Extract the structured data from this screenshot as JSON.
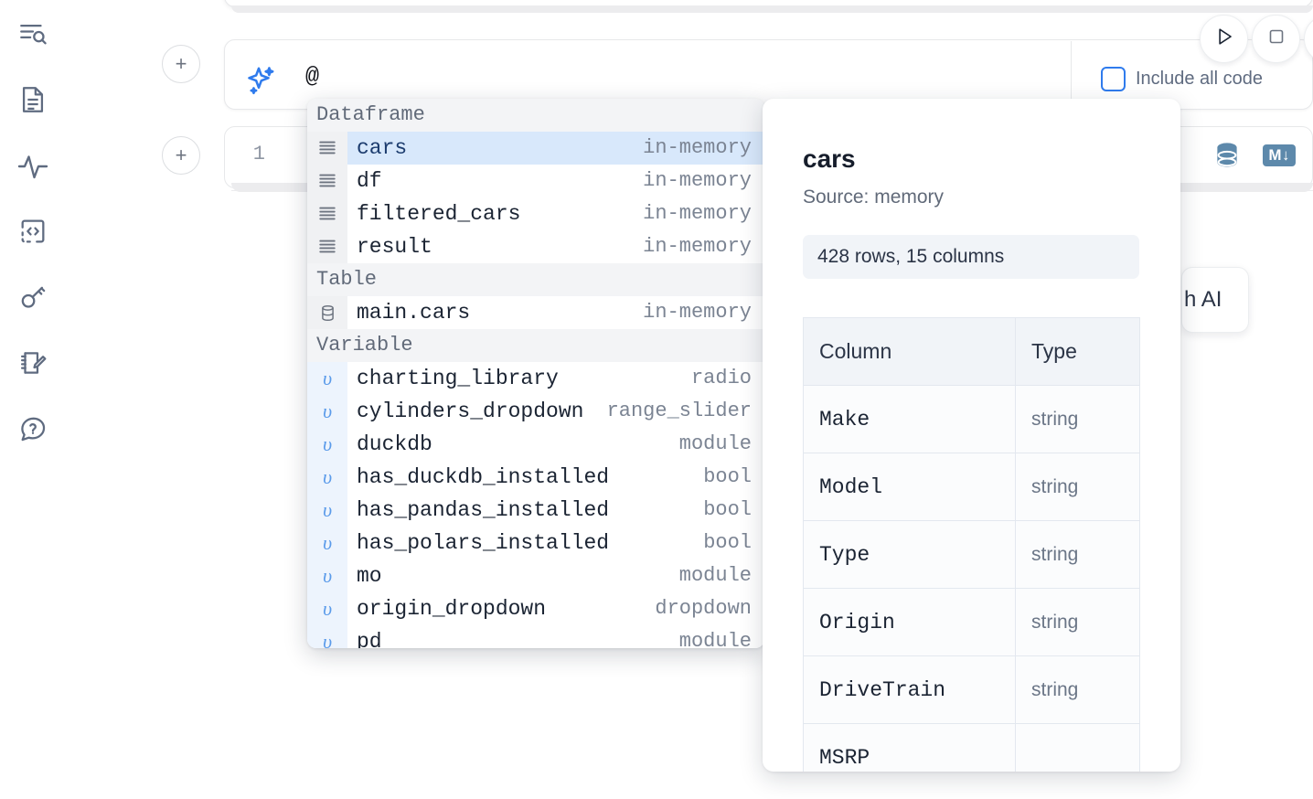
{
  "rail": {
    "items": [
      {
        "name": "explore-icon",
        "label": "Explore"
      },
      {
        "name": "file-icon",
        "label": "Notebook file"
      },
      {
        "name": "activity-icon",
        "label": "Activity"
      },
      {
        "name": "code-icon",
        "label": "Snippets"
      },
      {
        "name": "key-icon",
        "label": "Secrets"
      },
      {
        "name": "scratch-icon",
        "label": "Scratchpad"
      },
      {
        "name": "help-icon",
        "label": "Help"
      }
    ]
  },
  "ai_bar": {
    "sparkle_icon": "sparkle-icon",
    "input_value": "@",
    "input_placeholder": "Generate with AI",
    "include_all_code_label": "Include all code",
    "include_all_code_checked": false
  },
  "toolbar": {
    "run_label": "▷",
    "stop_label": "□",
    "run_icon": "play-icon",
    "stop_icon": "stop-icon",
    "more_icon": "more-icon"
  },
  "code_cell": {
    "line_number": "1",
    "sql_icon": "database-icon",
    "markdown_badge": "M↓"
  },
  "ai_chip": {
    "label": "h AI"
  },
  "completion": {
    "groups": [
      {
        "label": "Dataframe",
        "icon": "dataframe-icon",
        "kind_class": "df",
        "items": [
          {
            "name": "cars",
            "kind": "in-memory",
            "selected": true
          },
          {
            "name": "df",
            "kind": "in-memory",
            "selected": false
          },
          {
            "name": "filtered_cars",
            "kind": "in-memory",
            "selected": false
          },
          {
            "name": "result",
            "kind": "in-memory",
            "selected": false
          }
        ]
      },
      {
        "label": "Table",
        "icon": "table-icon",
        "kind_class": "tbl",
        "items": [
          {
            "name": "main.cars",
            "kind": "in-memory",
            "selected": false
          }
        ]
      },
      {
        "label": "Variable",
        "icon": "variable-icon",
        "kind_class": "var",
        "items": [
          {
            "name": "charting_library",
            "kind": "radio",
            "selected": false
          },
          {
            "name": "cylinders_dropdown",
            "kind": "range_slider",
            "selected": false
          },
          {
            "name": "duckdb",
            "kind": "module",
            "selected": false
          },
          {
            "name": "has_duckdb_installed",
            "kind": "bool",
            "selected": false
          },
          {
            "name": "has_pandas_installed",
            "kind": "bool",
            "selected": false
          },
          {
            "name": "has_polars_installed",
            "kind": "bool",
            "selected": false
          },
          {
            "name": "mo",
            "kind": "module",
            "selected": false
          },
          {
            "name": "origin_dropdown",
            "kind": "dropdown",
            "selected": false
          },
          {
            "name": "pd",
            "kind": "module",
            "selected": false
          }
        ]
      }
    ]
  },
  "detail": {
    "title": "cars",
    "source": "Source: memory",
    "shape": "428 rows, 15 columns",
    "columns_header": "Column",
    "type_header": "Type",
    "rows": [
      {
        "column": "Make",
        "type": "string"
      },
      {
        "column": "Model",
        "type": "string"
      },
      {
        "column": "Type",
        "type": "string"
      },
      {
        "column": "Origin",
        "type": "string"
      },
      {
        "column": "DriveTrain",
        "type": "string"
      },
      {
        "column": "MSRP",
        "type": ""
      }
    ]
  },
  "colors": {
    "accent_blue": "#2f7bed",
    "selected_row": "#d8e8fb",
    "group_header_bg": "#f3f4f6",
    "sql_icon": "#5d89ab",
    "text_primary": "#1b2433",
    "text_muted": "#7b8493"
  }
}
